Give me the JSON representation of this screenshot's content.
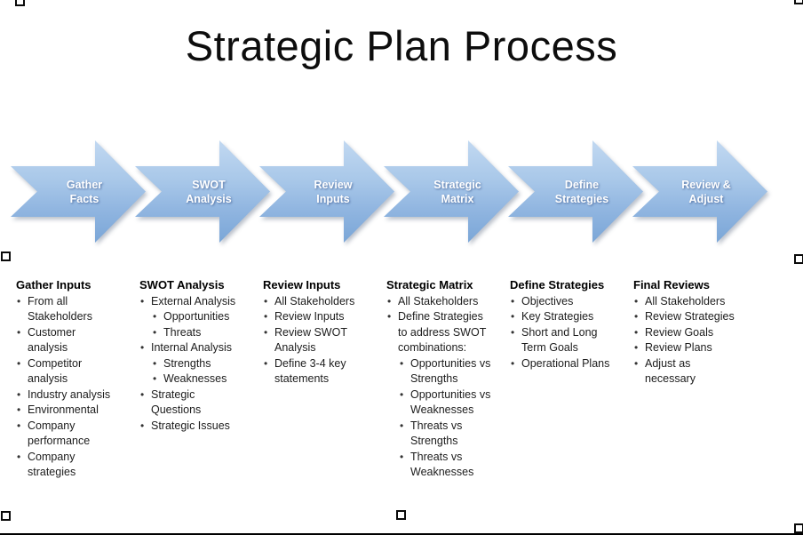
{
  "title": "Strategic Plan Process",
  "colors": {
    "arrow_top": "#c1d8f1",
    "arrow_bottom": "#7aa6d7",
    "arrow_text": "#ffffff",
    "body_text": "#1c1c1c"
  },
  "steps": [
    {
      "id": "gather-facts",
      "label": "Gather\nFacts"
    },
    {
      "id": "swot-analysis",
      "label": "SWOT\nAnalysis"
    },
    {
      "id": "review-inputs",
      "label": "Review\nInputs"
    },
    {
      "id": "strategic-matrix",
      "label": "Strategic\nMatrix"
    },
    {
      "id": "define-strategies",
      "label": "Define\nStrategies"
    },
    {
      "id": "review-adjust",
      "label": "Review &\nAdjust"
    }
  ],
  "columns": [
    {
      "id": "gather-inputs",
      "heading": "Gather Inputs",
      "items": [
        {
          "level": 1,
          "text": "From all\nStakeholders"
        },
        {
          "level": 1,
          "text": "Customer\nanalysis"
        },
        {
          "level": 1,
          "text": "Competitor\nanalysis"
        },
        {
          "level": 1,
          "text": "Industry analysis"
        },
        {
          "level": 1,
          "text": "Environmental"
        },
        {
          "level": 1,
          "text": "Company\nperformance"
        },
        {
          "level": 1,
          "text": "Company\nstrategies"
        }
      ]
    },
    {
      "id": "swot-analysis",
      "heading": "SWOT Analysis",
      "items": [
        {
          "level": 1,
          "text": "External Analysis"
        },
        {
          "level": 2,
          "text": "Opportunities"
        },
        {
          "level": 2,
          "text": "Threats"
        },
        {
          "level": 1,
          "text": "Internal Analysis"
        },
        {
          "level": 2,
          "text": "Strengths"
        },
        {
          "level": 2,
          "text": "Weaknesses"
        },
        {
          "level": 1,
          "text": "Strategic\nQuestions"
        },
        {
          "level": 1,
          "text": "Strategic Issues"
        }
      ]
    },
    {
      "id": "review-inputs",
      "heading": "Review Inputs",
      "items": [
        {
          "level": 1,
          "text": "All Stakeholders"
        },
        {
          "level": 1,
          "text": "Review Inputs"
        },
        {
          "level": 1,
          "text": "Review SWOT\nAnalysis"
        },
        {
          "level": 1,
          "text": "Define 3-4 key\nstatements"
        }
      ]
    },
    {
      "id": "strategic-matrix",
      "heading": "Strategic Matrix",
      "items": [
        {
          "level": 1,
          "text": "All Stakeholders"
        },
        {
          "level": 1,
          "text": "Define Strategies\nto address SWOT\ncombinations:"
        },
        {
          "level": 2,
          "text": "Opportunities vs\nStrengths"
        },
        {
          "level": 2,
          "text": "Opportunities vs\nWeaknesses"
        },
        {
          "level": 2,
          "text": "Threats vs\nStrengths"
        },
        {
          "level": 2,
          "text": "Threats vs\nWeaknesses"
        }
      ]
    },
    {
      "id": "define-strategies",
      "heading": "Define Strategies",
      "items": [
        {
          "level": 1,
          "text": "Objectives"
        },
        {
          "level": 1,
          "text": "Key Strategies"
        },
        {
          "level": 1,
          "text": "Short and Long\nTerm Goals"
        },
        {
          "level": 1,
          "text": "Operational Plans"
        }
      ]
    },
    {
      "id": "final-reviews",
      "heading": "Final Reviews",
      "items": [
        {
          "level": 1,
          "text": "All Stakeholders"
        },
        {
          "level": 1,
          "text": "Review Strategies"
        },
        {
          "level": 1,
          "text": "Review Goals"
        },
        {
          "level": 1,
          "text": "Review Plans"
        },
        {
          "level": 1,
          "text": "Adjust as\nnecessary"
        }
      ]
    }
  ],
  "bullet_glyph": "•"
}
